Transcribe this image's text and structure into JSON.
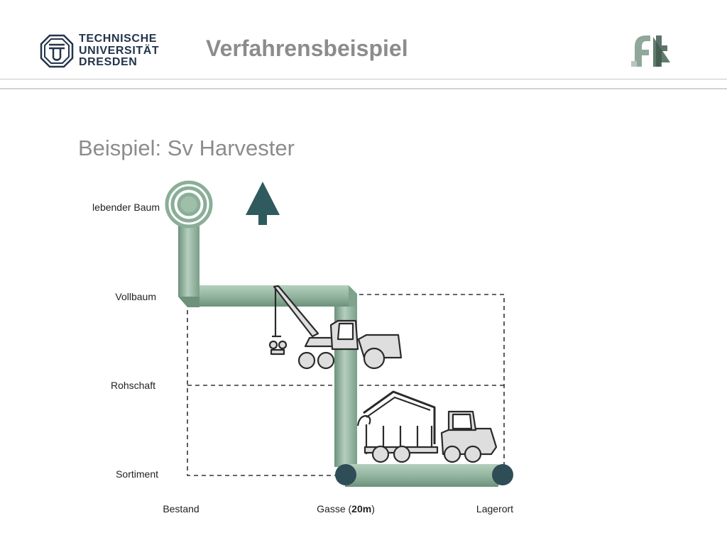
{
  "header": {
    "logo_lines": [
      "TECHNISCHE",
      "UNIVERSITÄT",
      "DRESDEN"
    ],
    "title": "Verfahrensbeispiel"
  },
  "subtitle": "Beispiel: Sv Harvester",
  "diagram": {
    "rows": [
      "lebender Baum",
      "Vollbaum",
      "Rohschaft",
      "Sortiment"
    ],
    "columns": {
      "bestand": "Bestand",
      "gasse_prefix": "Gasse (",
      "gasse_bold": "20m",
      "gasse_suffix": ")",
      "lagerort": "Lagerort"
    },
    "colors": {
      "pipe": "#8aae98",
      "pipe_light": "#b3cdbc",
      "pipe_dark": "#6b9079",
      "node_dark": "#2e4d57",
      "tree": "#2f5b5e"
    },
    "icons": [
      "tree-icon",
      "harvester-icon",
      "forwarder-icon",
      "ft-logo-icon",
      "tud-logo-icon"
    ]
  }
}
